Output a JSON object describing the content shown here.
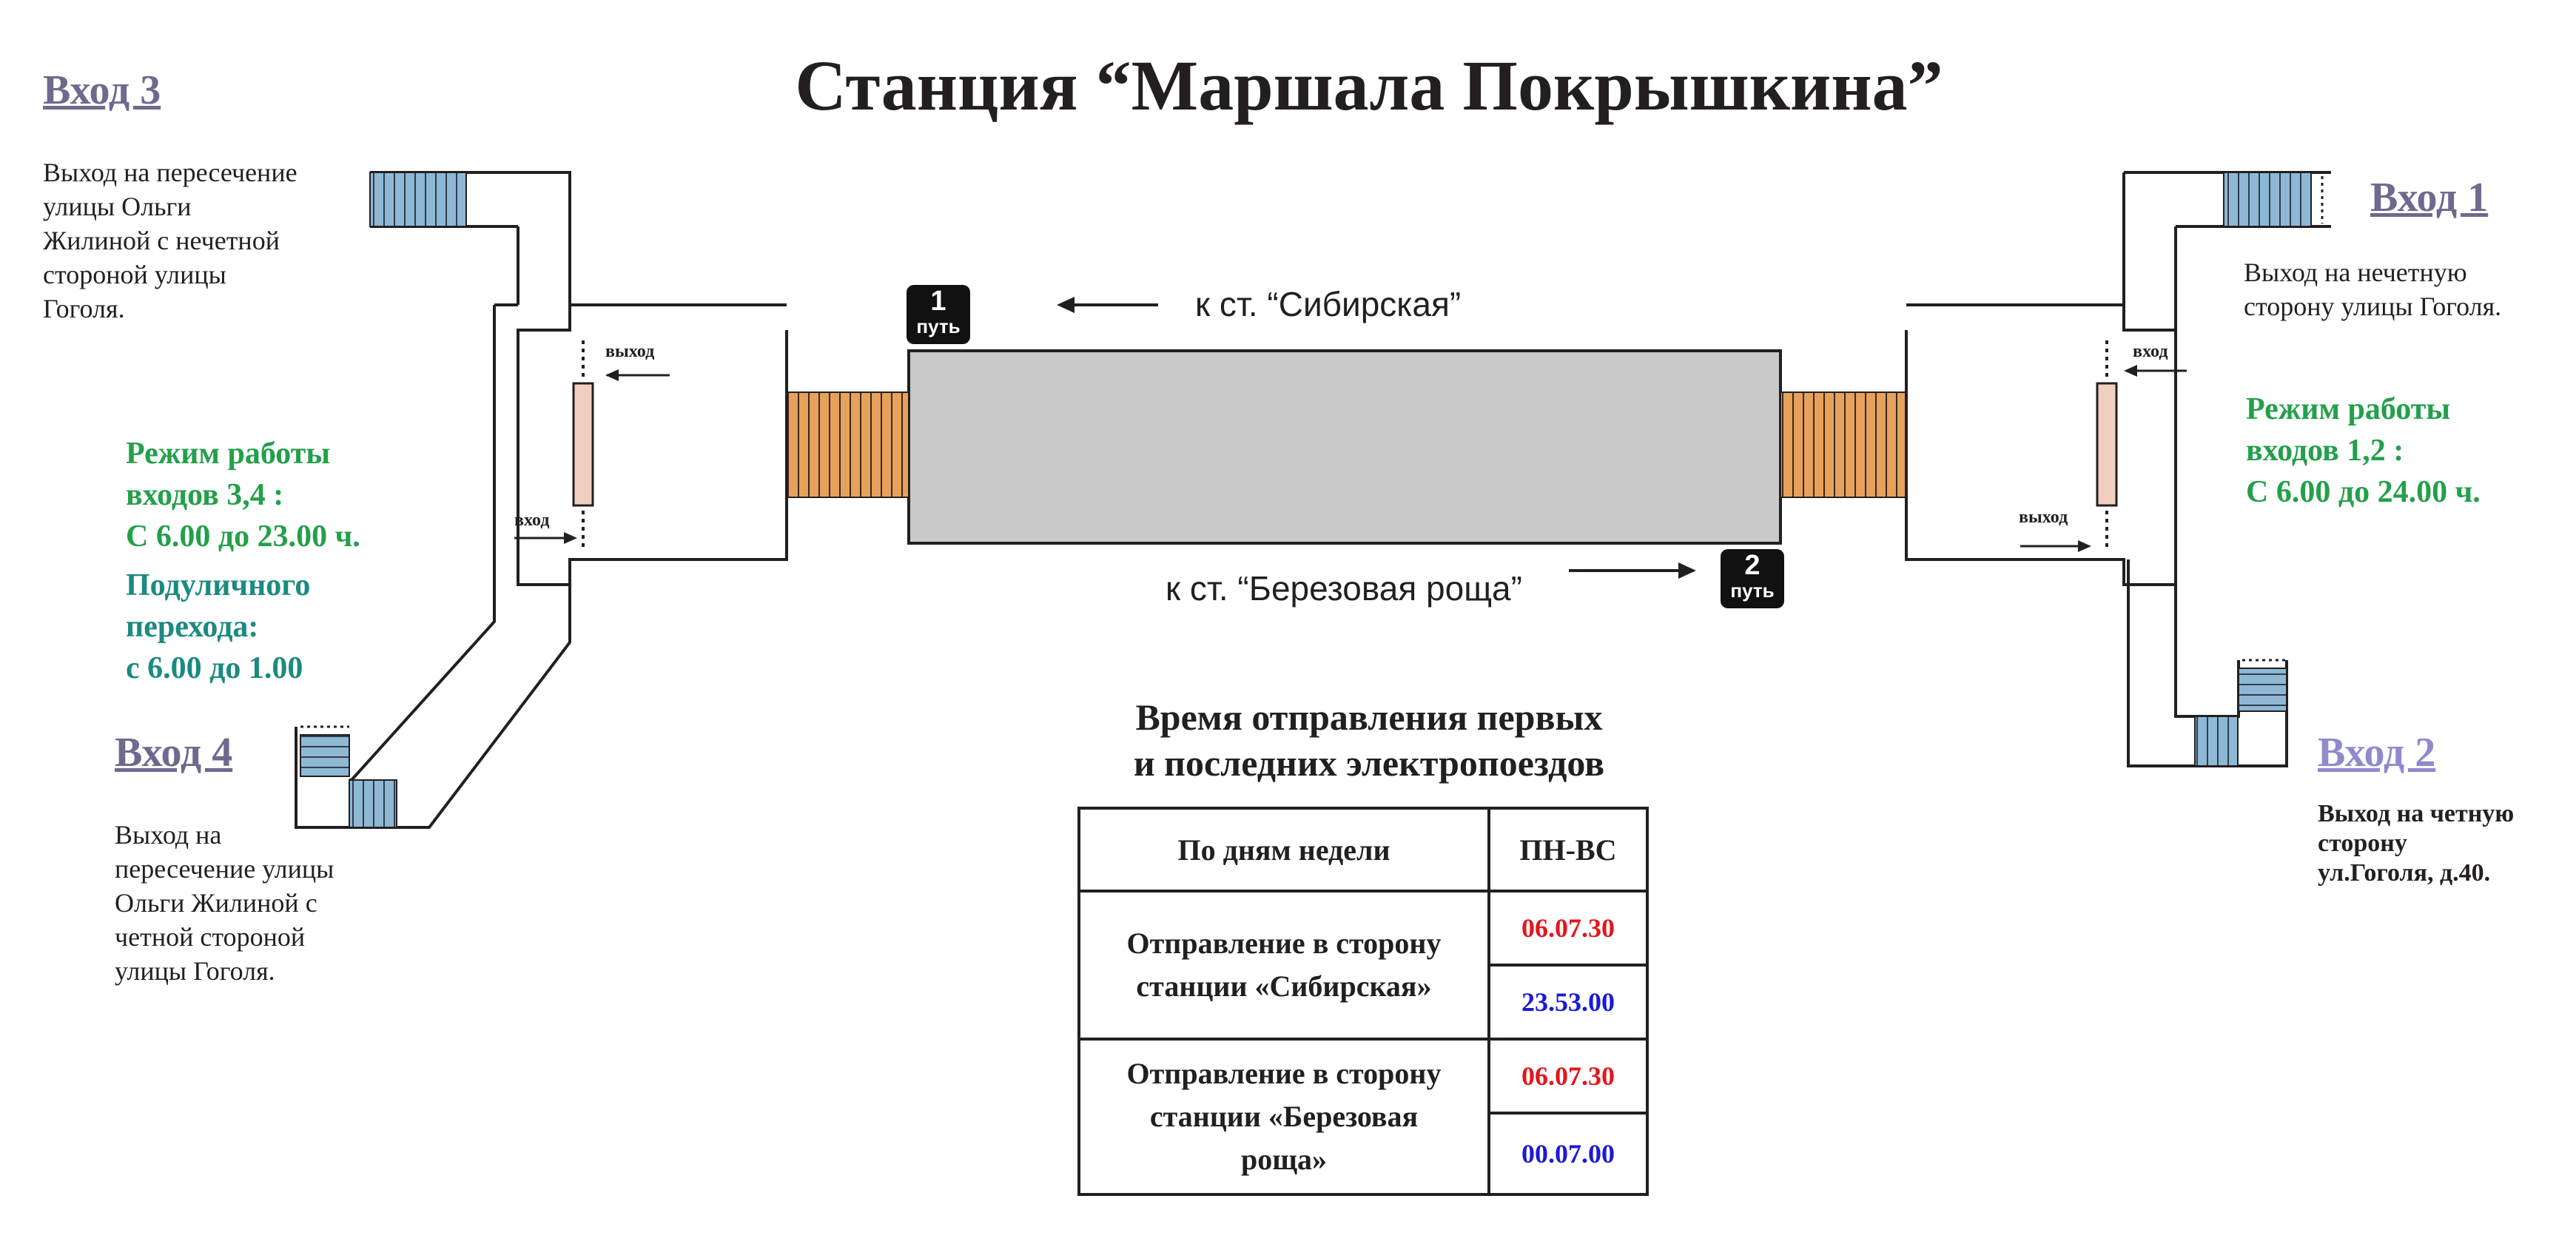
{
  "title": "Станция “Маршала Покрышкина”",
  "entrances": {
    "e1": {
      "label": "Вход 1",
      "desc": "Выход на нечетную\nсторону улицы Гоголя."
    },
    "e2": {
      "label": "Вход 2",
      "desc": "Выход на четную\nсторону\nул.Гоголя, д.40."
    },
    "e3": {
      "label": "Вход 3",
      "desc": "Выход на пересечение\nулицы Ольги\nЖилиной с нечетной\nстороной улицы\nГоголя."
    },
    "e4": {
      "label": "Вход 4",
      "desc": "Выход на\nпересечение улицы\nОльги Жилиной с\nчетной стороной\nулицы Гоголя."
    }
  },
  "hours": {
    "left_entrances": "Режим работы\nвходов 3,4 :\nС 6.00 до 23.00 ч.",
    "underpass": "Подуличного\n переходa:\n с 6.00 до 1.00",
    "right_entrances": "Режим работы\nвходов  1,2 :\nС 6.00 до 24.00 ч."
  },
  "tracks": {
    "t1": {
      "num": "1",
      "word": "путь",
      "direction": "к ст. “Сибирская”"
    },
    "t2": {
      "num": "2",
      "word": "путь",
      "direction": "к ст. “Березовая  роща”"
    }
  },
  "turnstile_labels": {
    "left_exit": "выход",
    "left_entry": "вход",
    "right_entry": "вход",
    "right_exit": "выход"
  },
  "schedule": {
    "title": "Время отправления первых\nи последних электропоездов",
    "header_left": "По дням недели",
    "header_right": "ПН-ВС",
    "rows": [
      {
        "direction": "Отправление в сторону\nстанции «Сибирская»",
        "first": "06.07.30",
        "last": "23.53.00"
      },
      {
        "direction": "Отправление в сторону\nстанции «Березовая\nроща»",
        "first": "06.07.30",
        "last": "00.07.00"
      }
    ]
  },
  "colors": {
    "platform": "#c9c9c9",
    "stairs_orange": "#e6a15c",
    "stairs_blue": "#8fb8d4",
    "turnstile_block": "#f0cfc0",
    "first_train": "#e3161c",
    "last_train": "#1a1ad6",
    "hours_green": "#23a04a",
    "hours_teal": "#1b8a80",
    "entrance_dark": "#6e6a8e",
    "entrance_light": "#8d8ad0"
  }
}
